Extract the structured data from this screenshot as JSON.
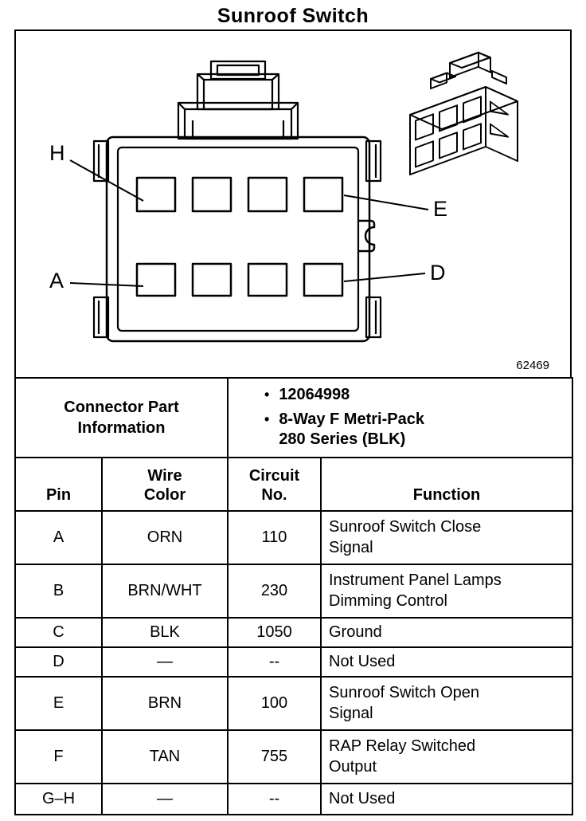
{
  "title": "Sunroof Switch",
  "figure_number": "62469",
  "diagram": {
    "labels": {
      "top_left": "H",
      "bottom_left": "A",
      "top_right": "E",
      "bottom_right": "D"
    }
  },
  "part_info": {
    "label": "Connector Part\nInformation",
    "bullets": [
      "12064998",
      "8-Way F Metri-Pack\n280 Series (BLK)"
    ]
  },
  "pin_table": {
    "headers": [
      "Pin",
      "Wire\nColor",
      "Circuit\nNo.",
      "Function"
    ],
    "rows": [
      {
        "pin": "A",
        "wire_color": "ORN",
        "circuit_no": "110",
        "function": "Sunroof Switch Close\nSignal"
      },
      {
        "pin": "B",
        "wire_color": "BRN/WHT",
        "circuit_no": "230",
        "function": "Instrument Panel Lamps\nDimming Control"
      },
      {
        "pin": "C",
        "wire_color": "BLK",
        "circuit_no": "1050",
        "function": "Ground"
      },
      {
        "pin": "D",
        "wire_color": "—",
        "circuit_no": "--",
        "function": "Not Used"
      },
      {
        "pin": "E",
        "wire_color": "BRN",
        "circuit_no": "100",
        "function": "Sunroof Switch Open\nSignal"
      },
      {
        "pin": "F",
        "wire_color": "TAN",
        "circuit_no": "755",
        "function": "RAP Relay Switched\nOutput"
      },
      {
        "pin": "G–H",
        "wire_color": "—",
        "circuit_no": "--",
        "function": "Not Used"
      }
    ]
  }
}
